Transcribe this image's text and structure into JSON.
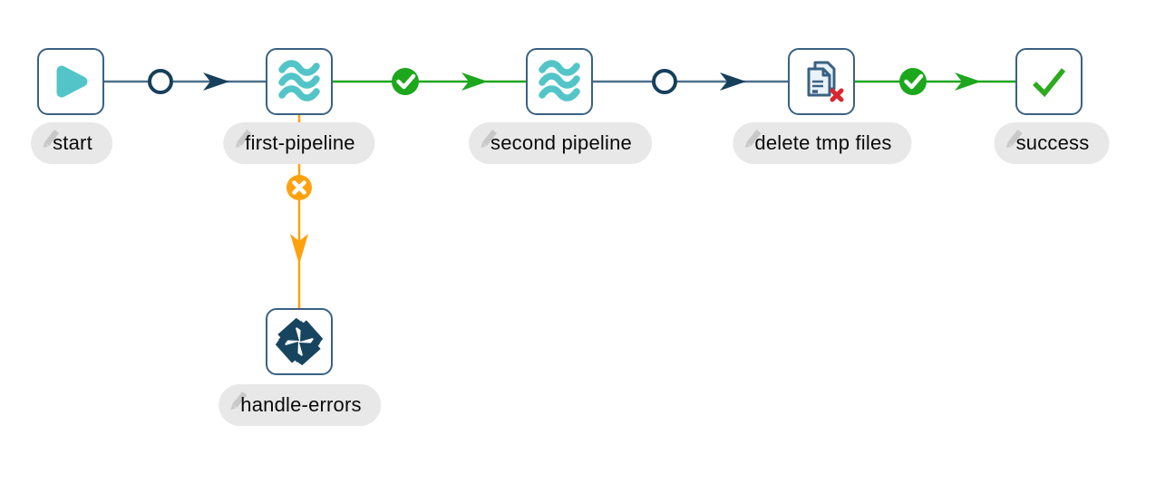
{
  "app": "workflow-editor",
  "workflow": {
    "nodes": [
      {
        "id": "start",
        "label": "start",
        "icon": "play-icon"
      },
      {
        "id": "first-pipeline",
        "label": "first-pipeline",
        "icon": "pipeline-waves-icon"
      },
      {
        "id": "second-pipeline",
        "label": "second pipeline",
        "icon": "pipeline-waves-icon"
      },
      {
        "id": "delete-tmp-files",
        "label": "delete tmp files",
        "icon": "delete-files-icon"
      },
      {
        "id": "success",
        "label": "success",
        "icon": "success-check-icon"
      },
      {
        "id": "handle-errors",
        "label": "handle-errors",
        "icon": "cycle-arrows-icon"
      }
    ],
    "hops": [
      {
        "from": "start",
        "to": "first-pipeline",
        "condition": "unconditional",
        "icon": "unconditional-circle-icon",
        "color": "#4d708d"
      },
      {
        "from": "first-pipeline",
        "to": "second pipeline",
        "condition": "on-success",
        "icon": "success-check-badge-icon",
        "color": "#1ca71c"
      },
      {
        "from": "second pipeline",
        "to": "delete tmp files",
        "condition": "unconditional",
        "icon": "unconditional-circle-icon",
        "color": "#4d708d"
      },
      {
        "from": "delete tmp files",
        "to": "success",
        "condition": "on-success",
        "icon": "success-check-badge-icon",
        "color": "#1ca71c"
      },
      {
        "from": "first-pipeline",
        "to": "handle-errors",
        "condition": "on-failure",
        "icon": "failure-x-badge-icon",
        "color": "#ffa10f"
      }
    ],
    "colors": {
      "node_border": "#3a6183",
      "teal": "#53c5c8",
      "dark_navy": "#16405c",
      "hop_line_gray": "#4d708d",
      "green": "#1ca71c",
      "orange": "#ffa10f",
      "red": "#d7282f",
      "label_bg": "#e8e8e8",
      "label_text": "#0a0a0a",
      "pencil_gray": "#c8c8c8"
    }
  }
}
